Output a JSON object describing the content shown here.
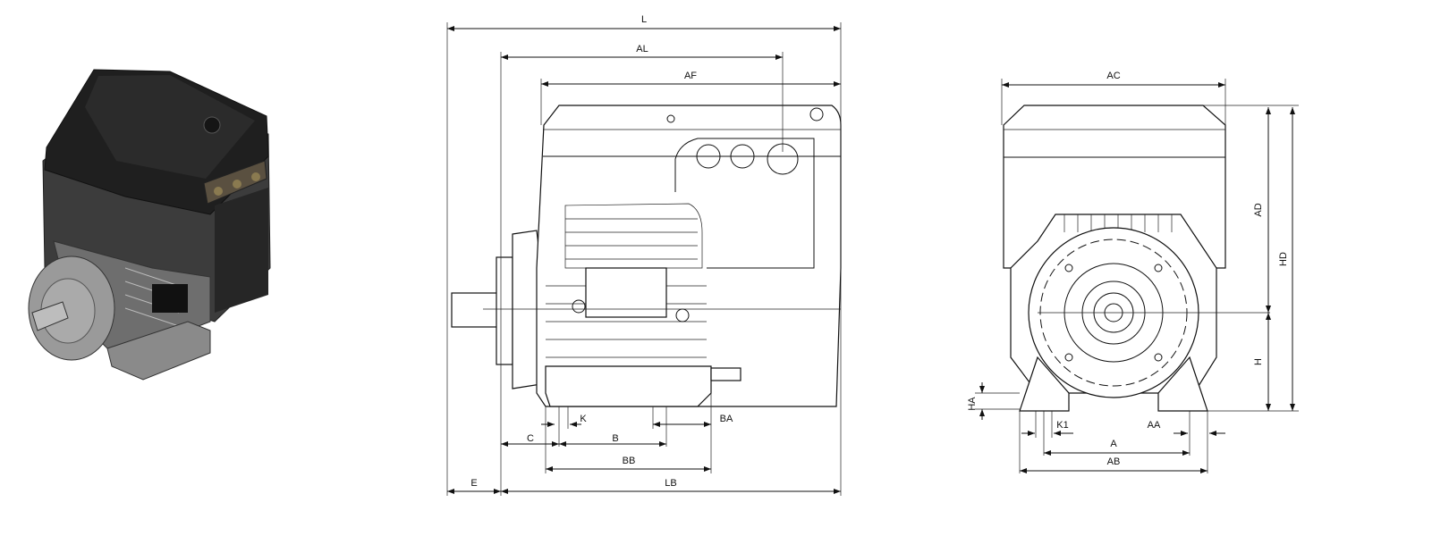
{
  "title": "Motor dimension drawing",
  "side_view": {
    "dimensions": {
      "L": "L",
      "AL": "AL",
      "AF": "AF",
      "C": "C",
      "K": "K",
      "B": "B",
      "BA": "BA",
      "BB": "BB",
      "E": "E",
      "LB": "LB"
    }
  },
  "front_view": {
    "dimensions": {
      "AC": "AC",
      "AD": "AD",
      "HD": "HD",
      "H": "H",
      "HA": "HA",
      "K1": "K1",
      "AA": "AA",
      "A": "A",
      "AB": "AB"
    }
  },
  "colors": {
    "line": "#111111",
    "housing_dark": "#3a3a3a",
    "housing_top": "#1e1e1e",
    "endshield": "#9a9a9a"
  }
}
